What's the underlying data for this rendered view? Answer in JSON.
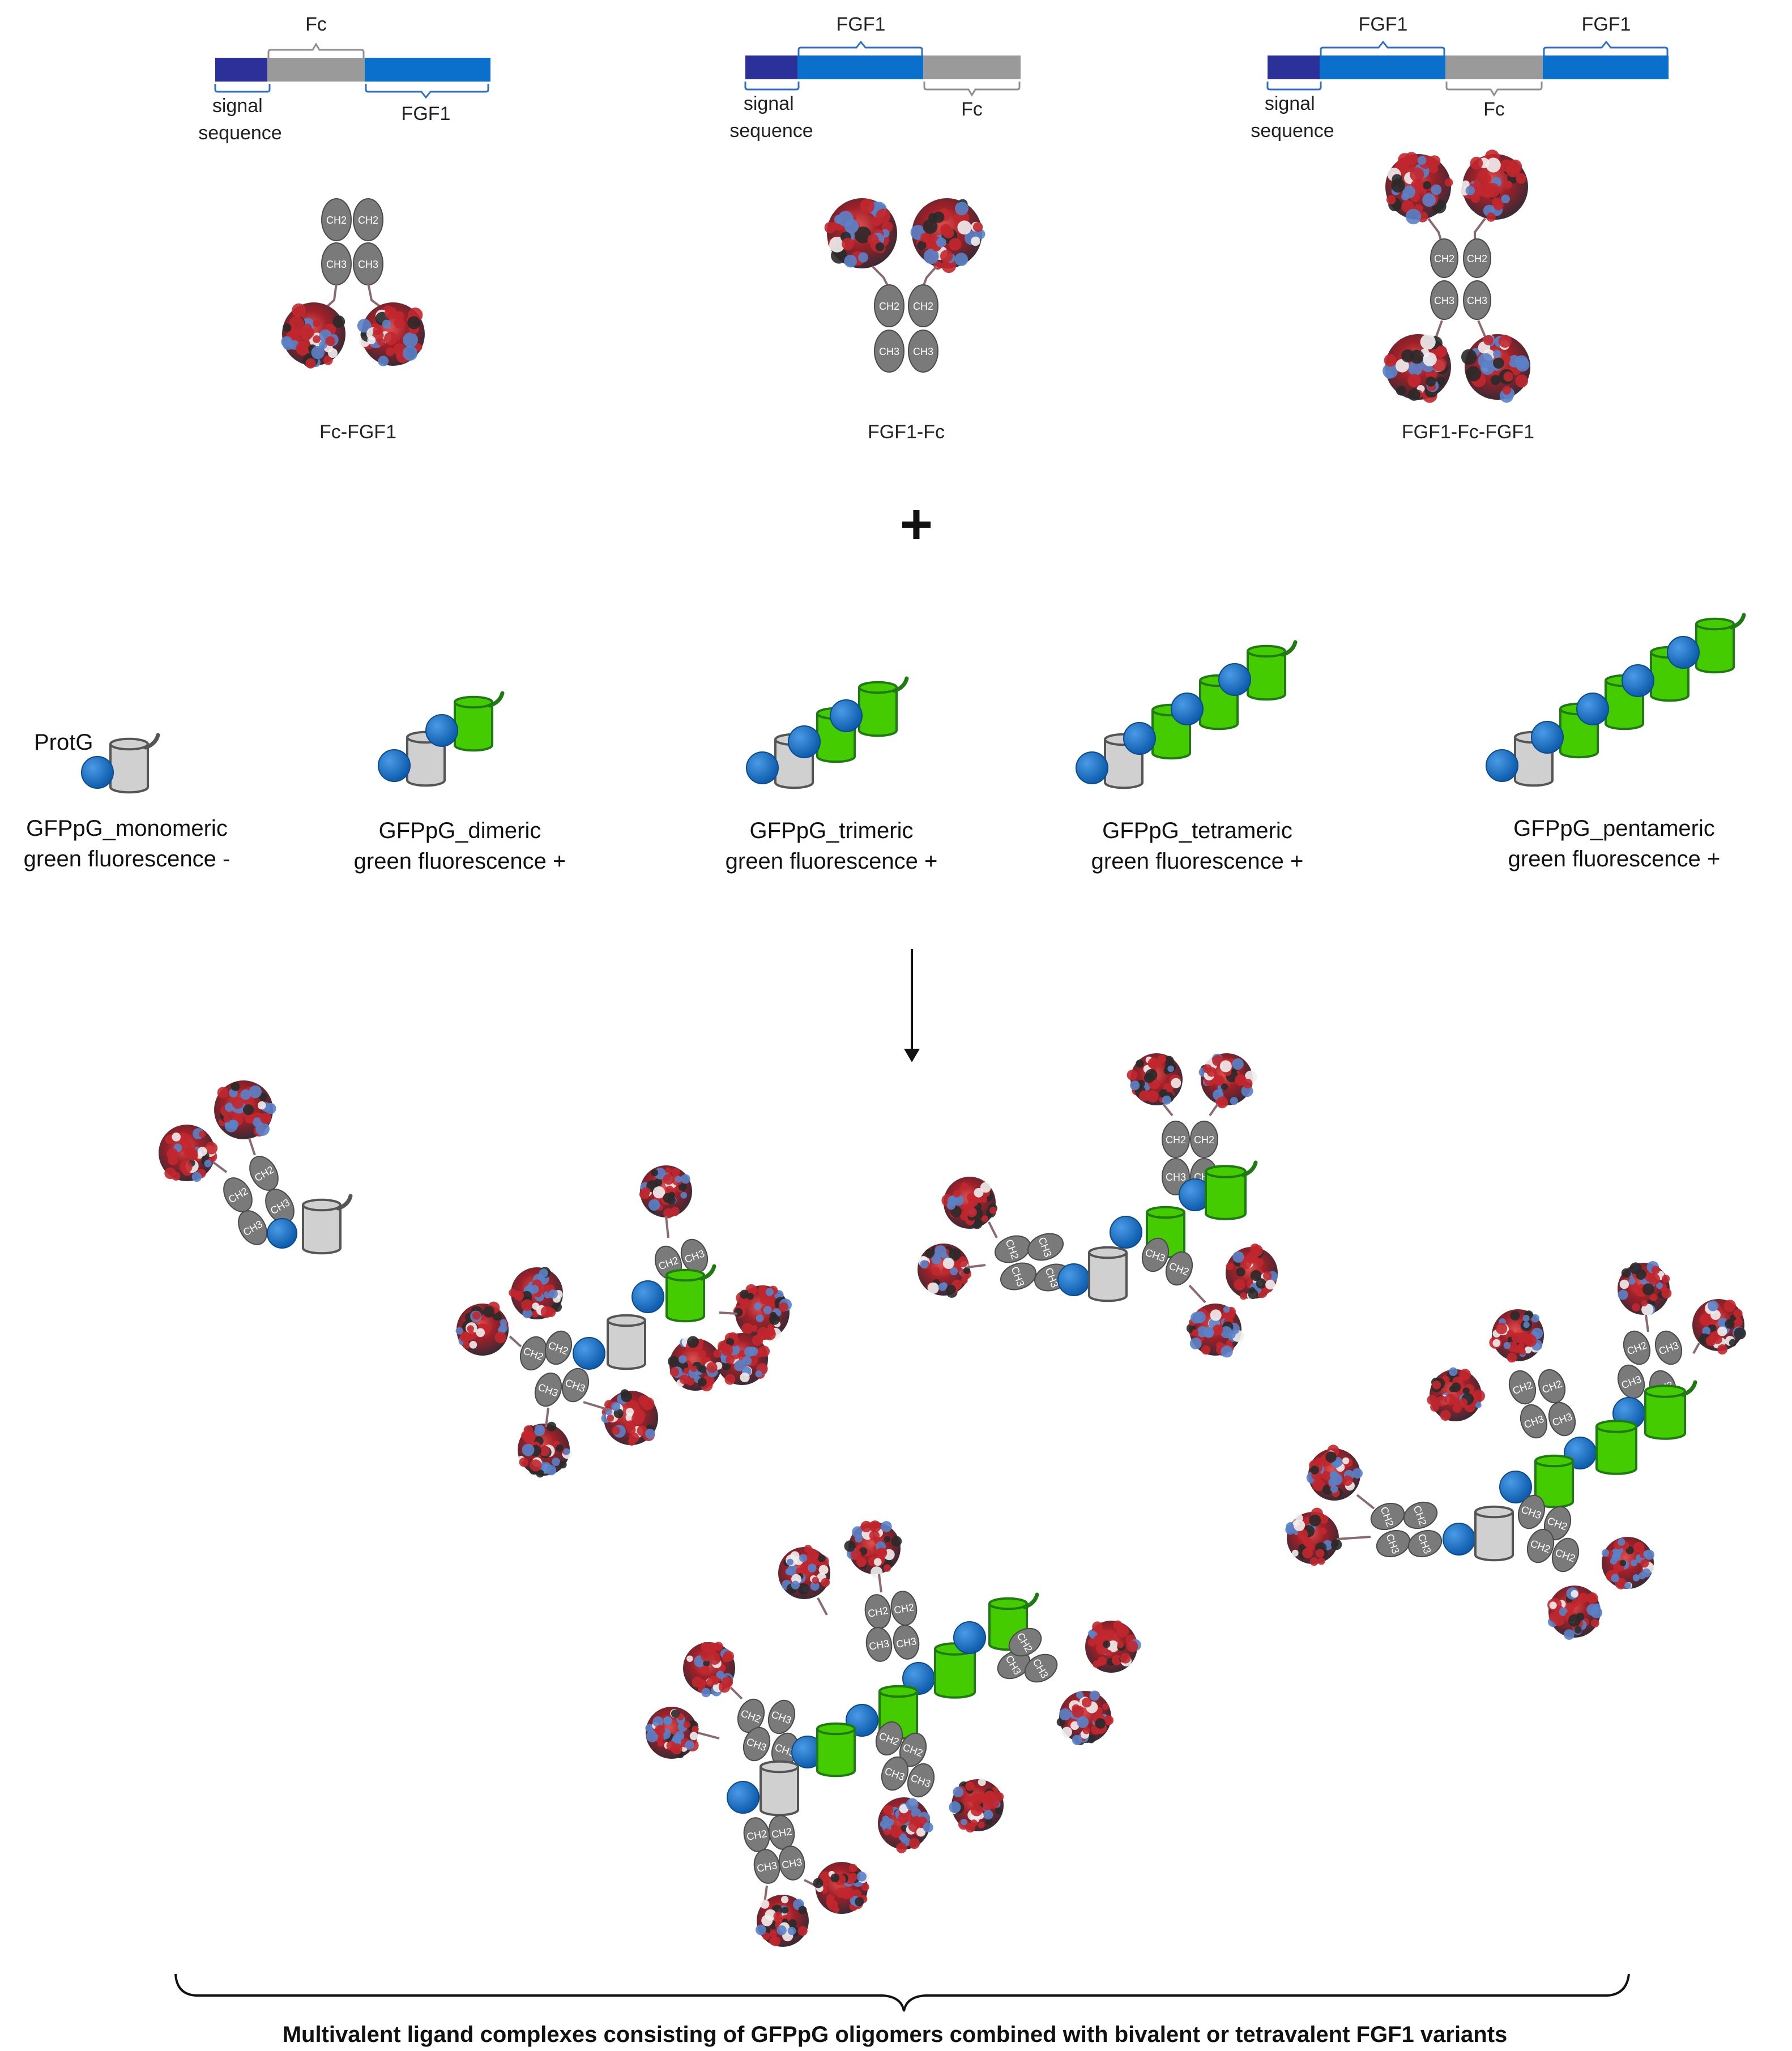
{
  "colors": {
    "signal": "#2B3199",
    "fgf1": "#0B6FCC",
    "fc": "#9A9A9A",
    "bracket_blue": "#2F6FC6",
    "bracket_gray": "#8F8F8F",
    "ig_domain": "#7A7A7A",
    "protg_ball": "#1A73C8",
    "green_barrel": "#44CC00",
    "green_barrel_dark": "#1F7A12",
    "gray_barrel": "#D0D0D0",
    "gray_barrel_dark": "#555555",
    "protein_red": "#C2272D",
    "protein_blue": "#5A82C8",
    "protein_dark": "#2A2A2A"
  },
  "constructs": [
    {
      "name": "Fc-FGF1",
      "segments": [
        {
          "kind": "signal",
          "label": "signal sequence"
        },
        {
          "kind": "fc",
          "label": "Fc"
        },
        {
          "kind": "fgf1",
          "label": "FGF1"
        }
      ]
    },
    {
      "name": "FGF1-Fc",
      "segments": [
        {
          "kind": "signal",
          "label": "signal sequence"
        },
        {
          "kind": "fgf1",
          "label": "FGF1"
        },
        {
          "kind": "fc",
          "label": "Fc"
        }
      ]
    },
    {
      "name": "FGF1-Fc-FGF1",
      "segments": [
        {
          "kind": "signal",
          "label": "signal sequence"
        },
        {
          "kind": "fgf1",
          "label": "FGF1"
        },
        {
          "kind": "fc",
          "label": "Fc"
        },
        {
          "kind": "fgf1",
          "label": "FGF1"
        }
      ]
    }
  ],
  "domain_labels": {
    "ch2": "CH2",
    "ch3": "CH3"
  },
  "plus_sign": "+",
  "protg_label": "ProtG",
  "oligomers": [
    {
      "name": "GFPpG_monomeric",
      "fluorescence": "green fluorescence -",
      "units": 1
    },
    {
      "name": "GFPpG_dimeric",
      "fluorescence": "green fluorescence +",
      "units": 2
    },
    {
      "name": "GFPpG_trimeric",
      "fluorescence": "green fluorescence +",
      "units": 3
    },
    {
      "name": "GFPpG_tetrameric",
      "fluorescence": "green fluorescence +",
      "units": 4
    },
    {
      "name": "GFPpG_pentameric",
      "fluorescence": "green fluorescence +",
      "units": 5
    }
  ],
  "caption": "Multivalent ligand complexes consisting of GFPpG oligomers combined with bivalent or tetravalent FGF1 variants"
}
